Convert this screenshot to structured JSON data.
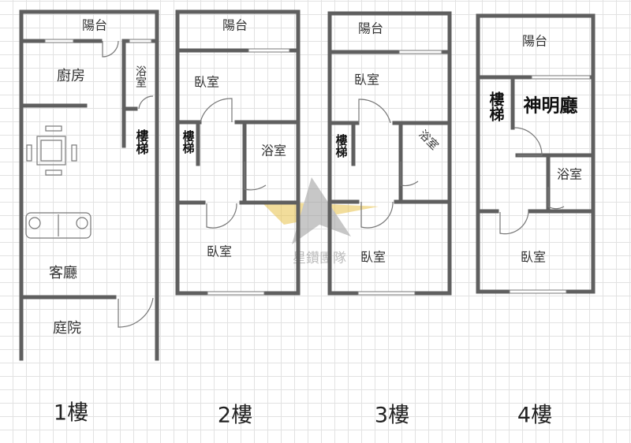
{
  "floors": [
    {
      "label": "1樓",
      "rooms": {
        "balcony": "陽台",
        "kitchen": "廚房",
        "bathroom": "浴室",
        "stairs": "樓梯",
        "living_room": "客廳",
        "courtyard": "庭院"
      }
    },
    {
      "label": "2樓",
      "rooms": {
        "balcony": "陽台",
        "bedroom_front": "臥室",
        "stairs": "樓梯",
        "bathroom": "浴室",
        "bedroom_back": "臥室"
      }
    },
    {
      "label": "3樓",
      "rooms": {
        "balcony": "陽台",
        "bedroom_front": "臥室",
        "stairs": "樓梯",
        "bathroom": "浴室",
        "bedroom_back": "臥室"
      }
    },
    {
      "label": "4樓",
      "rooms": {
        "balcony": "陽台",
        "stairs": "樓梯",
        "shrine_hall": "神明廳",
        "bathroom": "浴室",
        "bedroom": "臥室"
      }
    }
  ],
  "watermark": {
    "text": "星鑽團隊",
    "color": "#e8c24a"
  },
  "colors": {
    "wall": "#5f5f5f",
    "grid": "#e2e2e2"
  }
}
